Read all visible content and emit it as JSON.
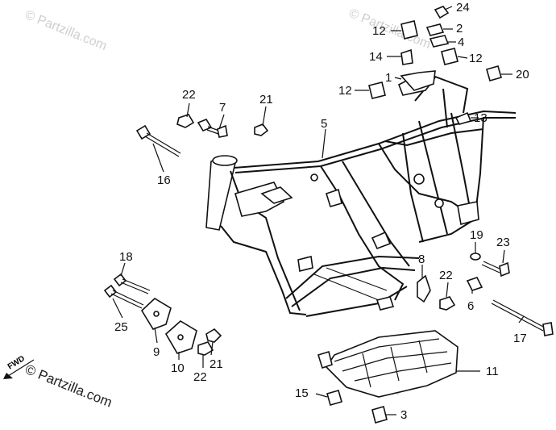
{
  "watermarks": {
    "top_left": "© Partzilla.com",
    "top_right": "© Partzilla.com",
    "bottom_left": "© Partzilla.com",
    "bottom_right": "© Partzilla.com"
  },
  "fwd_label": "FWD",
  "callouts": {
    "c1": "1",
    "c2": "2",
    "c3": "3",
    "c4": "4",
    "c5": "5",
    "c6": "6",
    "c7": "7",
    "c8": "8",
    "c9": "9",
    "c10": "10",
    "c11": "11",
    "c12a": "12",
    "c12b": "12",
    "c12c": "12",
    "c13": "13",
    "c14": "14",
    "c15": "15",
    "c16": "16",
    "c17": "17",
    "c18": "18",
    "c19": "19",
    "c20": "20",
    "c21a": "21",
    "c21b": "21",
    "c22a": "22",
    "c22b": "22",
    "c22c": "22",
    "c23": "23",
    "c24": "24",
    "c25": "25"
  }
}
